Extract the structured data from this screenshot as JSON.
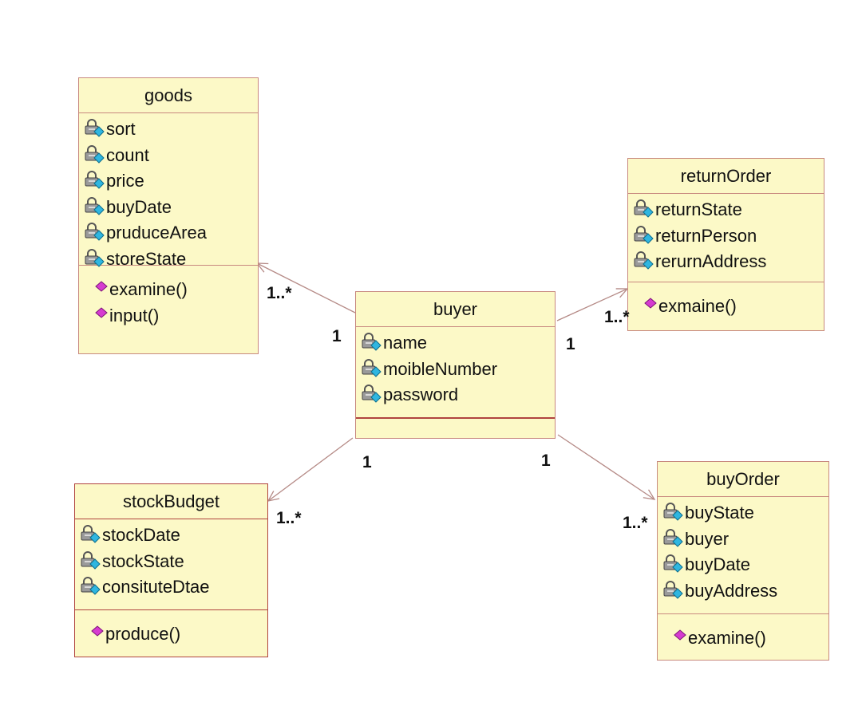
{
  "classes": {
    "goods": {
      "name": "goods",
      "attributes": [
        "sort",
        "count",
        "price",
        "buyDate",
        "pruduceArea",
        "storeState"
      ],
      "operations": [
        "examine()",
        "input()"
      ]
    },
    "returnOrder": {
      "name": "returnOrder",
      "attributes": [
        "returnState",
        "returnPerson",
        "rerurnAddress"
      ],
      "operations": [
        "exmaine()"
      ]
    },
    "buyer": {
      "name": "buyer",
      "attributes": [
        "name",
        "moibleNumber",
        "password"
      ],
      "operations": []
    },
    "stockBudget": {
      "name": "stockBudget",
      "attributes": [
        "stockDate",
        "stockState",
        "consituteDtae"
      ],
      "operations": [
        "produce()"
      ]
    },
    "buyOrder": {
      "name": "buyOrder",
      "attributes": [
        "buyState",
        "buyer",
        "buyDate",
        "buyAddress"
      ],
      "operations": [
        "examine()"
      ]
    }
  },
  "multiplicities": {
    "goods_many": "1..*",
    "goods_one": "1",
    "returnOrder_many": "1..*",
    "returnOrder_one": "1",
    "stockBudget_many": "1..*",
    "stockBudget_one": "1",
    "buyOrder_many": "1..*",
    "buyOrder_one": "1"
  },
  "colors": {
    "class_fill": "#fcf9c7",
    "class_border": "#c8897f",
    "connector": "#b58a86",
    "attribute_icon_lock": "#8a8a8a",
    "attribute_icon_diamond": "#2fb6e0",
    "operation_icon": "#d63bd0"
  },
  "icons": {
    "attribute": "private-attribute-lock-icon",
    "operation": "operation-diamond-icon"
  }
}
